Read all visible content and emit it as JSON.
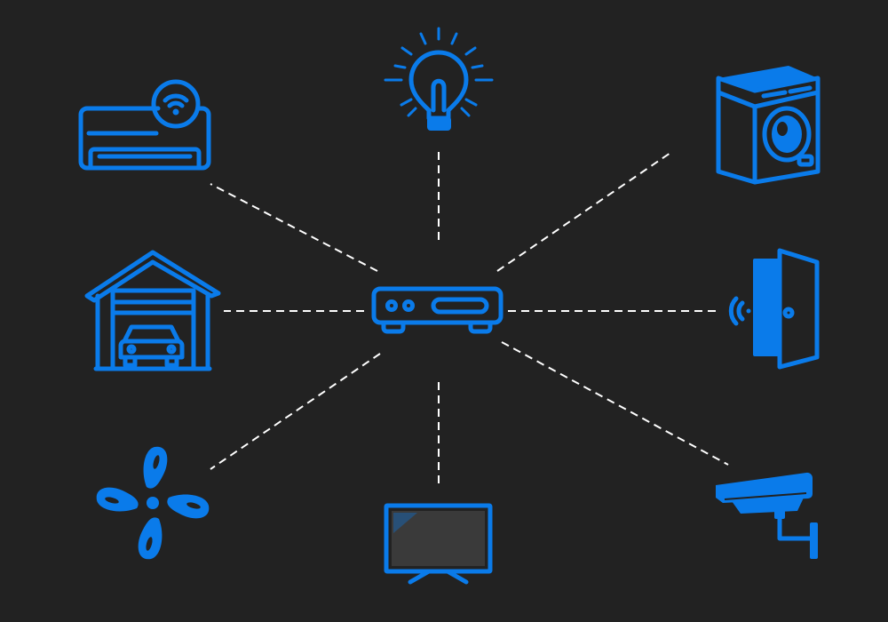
{
  "colors": {
    "background": "#222222",
    "accent": "#0A7BEA",
    "connector": "#FFFFFF",
    "screen": "#3A3A3A"
  },
  "diagram": {
    "type": "hub-and-spoke",
    "hub": {
      "icon": "router-icon"
    },
    "devices": [
      {
        "id": "air-conditioner",
        "icon": "air-conditioner-wifi-icon"
      },
      {
        "id": "light-bulb",
        "icon": "light-bulb-icon"
      },
      {
        "id": "washing-machine",
        "icon": "washing-machine-icon"
      },
      {
        "id": "garage",
        "icon": "garage-car-icon"
      },
      {
        "id": "smart-door",
        "icon": "smart-door-icon"
      },
      {
        "id": "ceiling-fan",
        "icon": "ceiling-fan-icon"
      },
      {
        "id": "television",
        "icon": "television-icon"
      },
      {
        "id": "security-camera",
        "icon": "security-camera-icon"
      }
    ]
  }
}
